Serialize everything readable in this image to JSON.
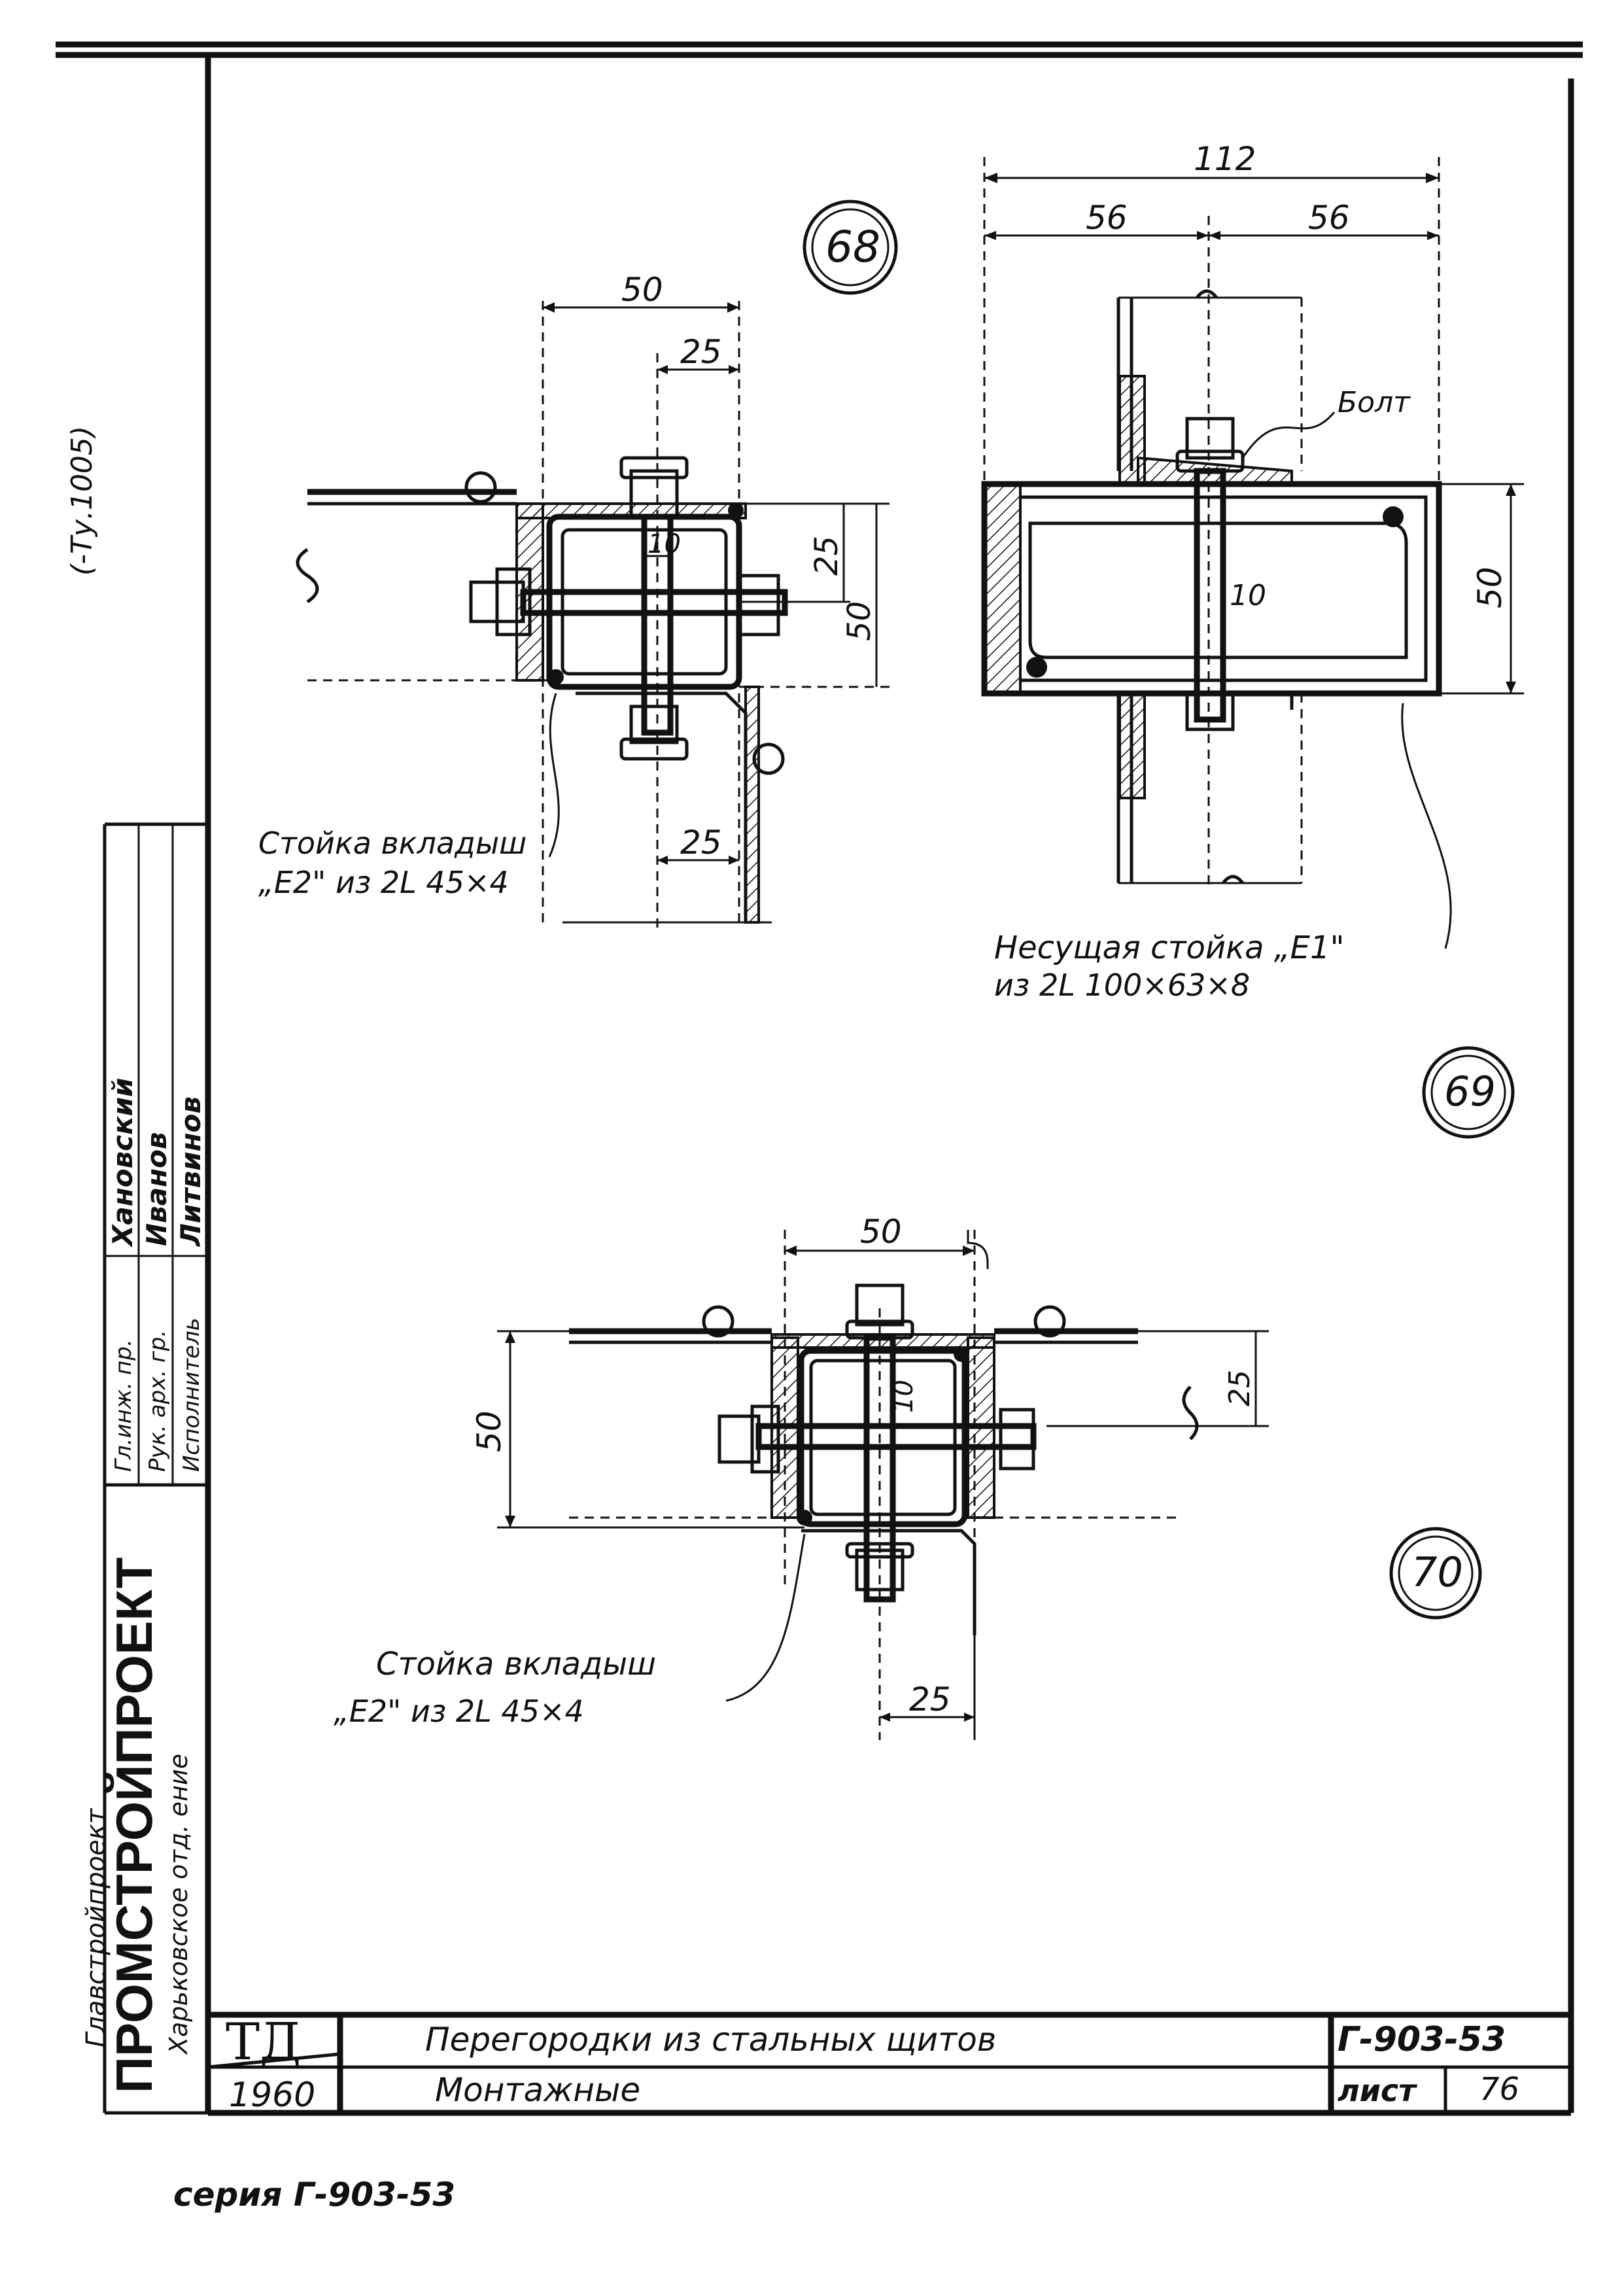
{
  "title_block": {
    "td": "ТД",
    "year": "1960",
    "title_line1": "Перегородки из стальных щитов",
    "title_line2": "Монтажные",
    "series_code": "Г-903-53",
    "sheet_label": "лист",
    "sheet_number": "76"
  },
  "side_stamp": {
    "org_line1": "Главстройпроект",
    "org_name": "ПРОМСТРОЙПРОЕКТ",
    "org_line3": "Харьковское отд. ение",
    "role1": "Гл.инж. пр.",
    "name1": "Хановский",
    "role2": "Рук. арх. гр.",
    "name2": "Иванов",
    "role3": "Исполнитель",
    "name3": "Литвинов",
    "top_note": "(-Ту.1005)"
  },
  "footer": {
    "series": "серия Г-903-53"
  },
  "detail_68": {
    "marker": "68",
    "dim_50": "50",
    "dim_25_top": "25",
    "dim_10": "10",
    "dim_25_right": "25",
    "dim_50_right": "50",
    "dim_25_bottom": "25",
    "label_line1": "Стойка вкладыш",
    "label_line2": "„Е2\" из 2L 45×4"
  },
  "detail_69": {
    "marker": "69",
    "dim_112": "112",
    "dim_56_left": "56",
    "dim_56_right": "56",
    "bolt_label": "Болт",
    "dim_10": "10",
    "dim_50": "50",
    "label_line1": "Несущая стойка „Е1\"",
    "label_line2": "из 2L 100×63×8"
  },
  "detail_70": {
    "marker": "70",
    "dim_50_top": "50",
    "dim_50_left": "50",
    "dim_10": "10",
    "dim_25_right": "25",
    "dim_25_bottom": "25",
    "label_line1": "Стойка вкладыш",
    "label_line2": "„Е2\" из 2L 45×4"
  }
}
